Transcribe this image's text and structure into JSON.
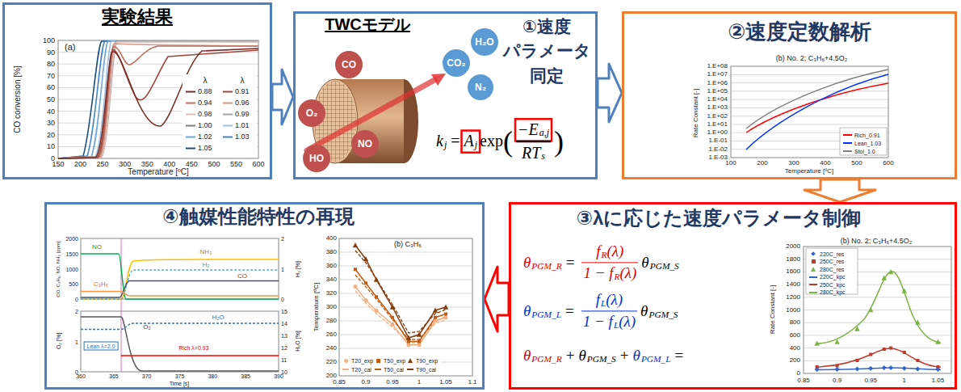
{
  "diagram": {
    "nodes": [
      {
        "text": [
          "実験結果"
        ]
      },
      {
        "text": [
          "TWCモデル",
          "①速度 パラメータ 同定"
        ]
      },
      {
        "text": [
          "CO₂"
        ],
        "in": 1
      },
      {
        "text": [
          "H₂O"
        ],
        "in": 1
      },
      {
        "text": [
          "N₂"
        ],
        "in": 1
      },
      {
        "text": [
          "CO"
        ],
        "in": 1
      },
      {
        "text": [
          "O₂"
        ],
        "in": 1
      },
      {
        "text": [
          "NO"
        ],
        "in": 1
      },
      {
        "text": [
          "HO"
        ],
        "in": 1
      },
      {
        "text": [
          "②速度定数解析"
        ]
      },
      {
        "text": [
          "③λに応じた速度パラメータ制御"
        ]
      },
      {
        "text": [
          "④触媒性能特性の再現"
        ]
      }
    ],
    "edges": [
      {
        "from": 0,
        "to": 1,
        "arrow": "to"
      },
      {
        "from": 1,
        "to": 9,
        "arrow": "to"
      },
      {
        "from": 9,
        "to": 10,
        "arrow": "to"
      },
      {
        "from": 10,
        "to": 11,
        "arrow": "to"
      }
    ],
    "labels": [
      "(a)",
      "CO conversion [%]",
      "0",
      "10",
      "20",
      "30",
      "40",
      "50",
      "60",
      "70",
      "80",
      "90",
      "100",
      "150",
      "200",
      "250",
      "300",
      "350",
      "400",
      "450",
      "500",
      "550",
      "600",
      "Temperature [ºC]",
      "λ",
      "λ",
      "k",
      "j",
      "=",
      "A",
      "j",
      "exp",
      "(",
      "−E",
      "a,j",
      "RT",
      "s",
      ")",
      "(b) No. 2; C₃H₆+4.5O₂",
      "Rate Constant [-]",
      "1.E-03",
      "1.E-02",
      "1.E-01",
      "1.E+00",
      "1.E+01",
      "1.E+02",
      "1.E+03",
      "1.E+04",
      "1.E+05",
      "1.E+06",
      "1.E+07",
      "1.E+08",
      "100",
      "200",
      "300",
      "400",
      "500",
      "600",
      "Temperature [ºC]",
      "θ",
      "PGM_R",
      "=",
      "f",
      "R",
      "(λ)",
      "1 − f",
      "R",
      "(λ)",
      "θ",
      "PGM_S",
      "θ",
      "PGM_L",
      "=",
      "f",
      "L",
      "(λ)",
      "1 − f",
      "L",
      "(λ)",
      "θ",
      "PGM_S",
      "θ",
      "PGM_R",
      "+",
      "θ",
      "PGM_S",
      "+",
      "θ",
      "PGM_L",
      "=",
      "(b) No. 2; C₃H₆+4.5O₂",
      "Rate Constant [-]",
      "0",
      "200",
      "400",
      "600",
      "800",
      "1000",
      "1200",
      "1400",
      "1600",
      "1800",
      "2000",
      "0.85",
      "0.9",
      "0.95",
      "1",
      "1.05",
      "NO",
      "NH₃",
      "H₂",
      "CO",
      "C₃H₆",
      "O₂",
      "H₂O",
      "Lean λ=2.0",
      "Rich λ=0.93",
      "CO, C₃H₆, NO, NH₃ [ppm]",
      "0",
      "500",
      "1000",
      "1500",
      "2000",
      "H₂ [%]",
      "0",
      "1",
      "2",
      "O₂ [%]",
      "0",
      "1",
      "2",
      "H₂O [%]",
      "10",
      "11",
      "12",
      "13",
      "14",
      "15",
      "Time [s]",
      "360",
      "365",
      "370",
      "375",
      "380",
      "385",
      "390",
      "(b) C₃H₆",
      "Temperature [ºC]",
      "200",
      "220",
      "240",
      "260",
      "280",
      "300",
      "320",
      "340",
      "360",
      "380",
      "400",
      "0.85",
      "0.9",
      "0.95",
      "1",
      "1.05",
      "1.1"
    ],
    "legend": [
      {
        "text": "0.88"
      },
      {
        "text": "0.91"
      },
      {
        "text": "0.94"
      },
      {
        "text": "0.96"
      },
      {
        "text": "0.98"
      },
      {
        "text": "0.99"
      },
      {
        "text": "1.00"
      },
      {
        "text": "1.01"
      },
      {
        "text": "1.02"
      },
      {
        "text": "1.03"
      },
      {
        "text": "1.05"
      },
      {
        "text": "Rich_0.91"
      },
      {
        "text": "Lean_1.03"
      },
      {
        "text": "Stoi_1.0"
      },
      {
        "text": "220C_res"
      },
      {
        "text": "250C_res"
      },
      {
        "text": "280C_res"
      },
      {
        "text": "220C_kpc"
      },
      {
        "text": "250C_kpc"
      },
      {
        "text": "280C_kpc"
      },
      {
        "text": "T20_exp"
      },
      {
        "text": "T50_exp"
      },
      {
        "text": "T90_exp"
      },
      {
        "text": "T20_cal"
      },
      {
        "text": "T50_cal"
      },
      {
        "text": "T90_cal"
      }
    ]
  }
}
